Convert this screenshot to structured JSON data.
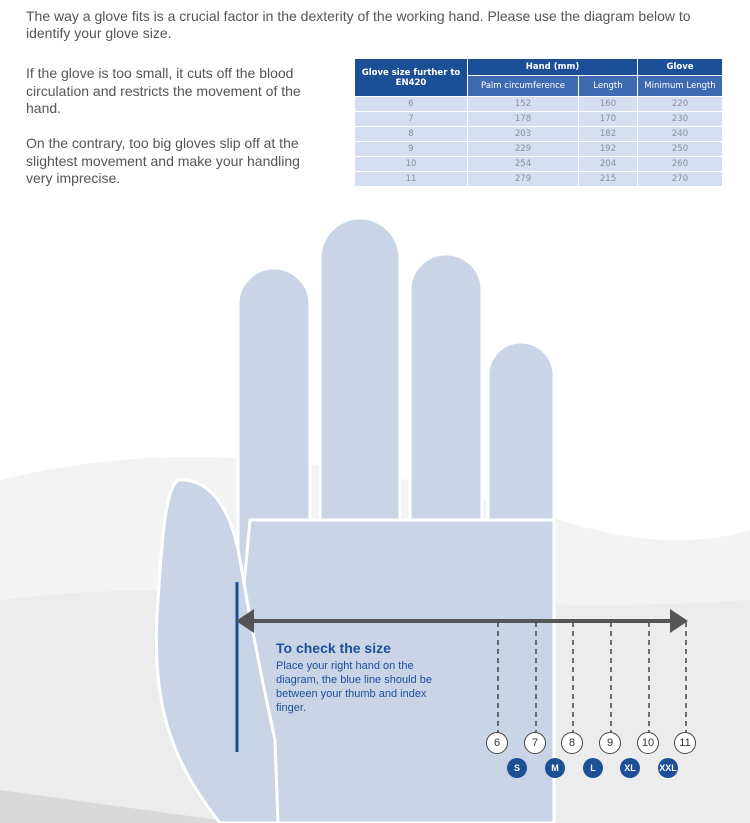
{
  "intro": "The way a glove fits is a crucial factor in the dexterity of the working hand. Please use the diagram below to identify your glove size.",
  "para_small": "If the glove is too small, it cuts off the blood circulation and restricts the movement of the hand.",
  "para_big": "On the contrary, too big gloves slip off at the slightest movement and make your handling very imprecise.",
  "table": {
    "header_size": "Glove size further to EN420",
    "header_hand": "Hand (mm)",
    "header_glove": "Glove",
    "col_palm": "Palm circumference",
    "col_length": "Length",
    "col_min_length": "Minimum Length",
    "rows": [
      [
        "6",
        "152",
        "160",
        "220"
      ],
      [
        "7",
        "178",
        "170",
        "230"
      ],
      [
        "8",
        "203",
        "182",
        "240"
      ],
      [
        "9",
        "229",
        "192",
        "250"
      ],
      [
        "10",
        "254",
        "204",
        "260"
      ],
      [
        "11",
        "279",
        "215",
        "270"
      ]
    ]
  },
  "check": {
    "title": "To check the size",
    "body": "Place your right hand on the diagram, the blue line should be between your thumb and index finger."
  },
  "sizes": [
    "6",
    "7",
    "8",
    "9",
    "10",
    "11"
  ],
  "letters": [
    "S",
    "M",
    "L",
    "XL",
    "XXL"
  ],
  "colors": {
    "navy": "#1c4f96",
    "hand": "#c9d5e7",
    "row": "#d3def0"
  }
}
